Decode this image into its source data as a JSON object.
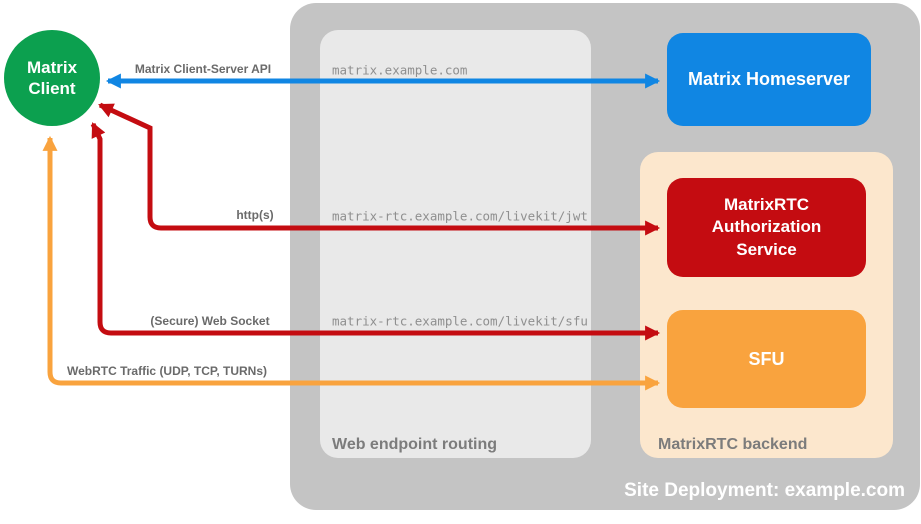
{
  "diagram": {
    "title": "Site Deployment: example.com",
    "colors": {
      "client_green": "#0ca04f",
      "homeserver_blue": "#1086e3",
      "auth_red": "#c40c11",
      "sfu_orange": "#f9a33e",
      "backend_peach": "#fce7cd",
      "deployment_gray": "#c4c4c4",
      "routing_gray": "#e9e9e9"
    },
    "nodes": {
      "matrix_client": {
        "label": "Matrix Client"
      },
      "matrix_homeserver": {
        "label": "Matrix Homeserver"
      },
      "auth_service": {
        "label": "MatrixRTC Authorization Service"
      },
      "sfu": {
        "label": "SFU"
      }
    },
    "groups": {
      "web_endpoint_routing": {
        "label": "Web endpoint routing"
      },
      "matrixrtc_backend": {
        "label": "MatrixRTC backend"
      },
      "site_deployment": {
        "label": "Site Deployment: example.com"
      }
    },
    "edges": {
      "client_server_api": {
        "label": "Matrix Client-Server API",
        "color": "#1086e3",
        "bidirectional": true
      },
      "https": {
        "label": "http(s)",
        "color": "#c40c11",
        "bidirectional": true
      },
      "websocket": {
        "label": "(Secure) Web Socket",
        "color": "#c40c11",
        "bidirectional": true
      },
      "webrtc": {
        "label": "WebRTC Traffic (UDP, TCP, TURNs)",
        "color": "#f9a33e",
        "bidirectional": true
      }
    },
    "routes": {
      "homeserver": "matrix.example.com",
      "jwt": "matrix-rtc.example.com/livekit/jwt",
      "sfu": "matrix-rtc.example.com/livekit/sfu"
    }
  }
}
